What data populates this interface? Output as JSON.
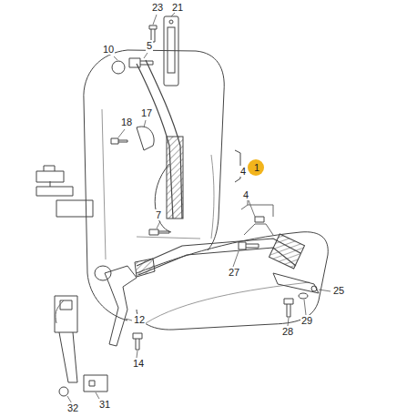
{
  "diagram": {
    "labels": [
      "23",
      "21",
      "10",
      "5",
      "18",
      "17",
      "1",
      "4",
      "7",
      "4",
      "27",
      "25",
      "28",
      "29",
      "12",
      "14",
      "31",
      "32"
    ]
  }
}
